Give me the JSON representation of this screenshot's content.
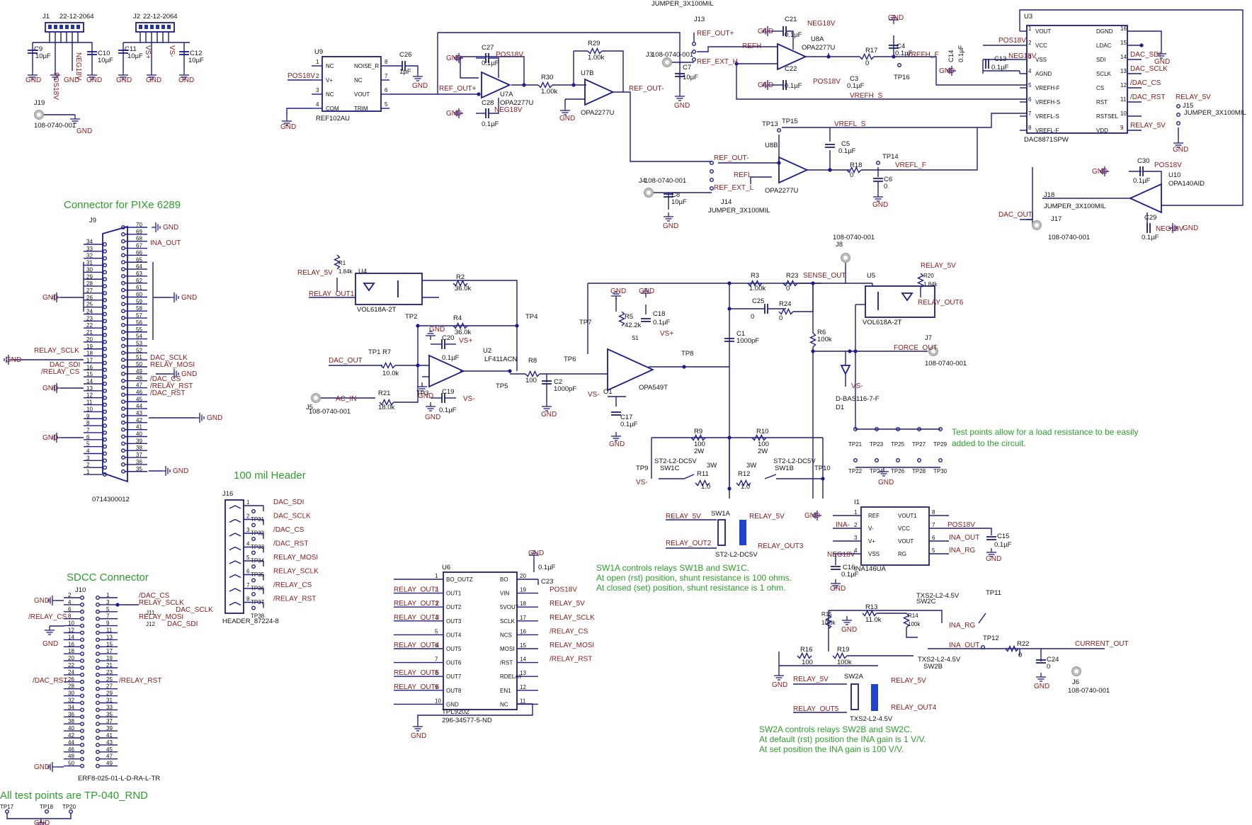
{
  "titles": {
    "pixe_connector": "Connector for PIXe 6289",
    "header_100mil": "100 mil Header",
    "sdcc_connector": "SDCC Connector",
    "test_points": "All test points are TP-040_RND"
  },
  "notes": {
    "load": [
      "Test points allow for a load resistance to be easily",
      "added to the circuit."
    ],
    "sw1": [
      "SW1A controls relays SW1B and SW1C.",
      "At open (rst) position, shunt resistance is 100 ohms.",
      "At closed (set) position, shunt resistance is 1 ohm."
    ],
    "sw2": [
      "SW2A controls relays SW2B and SW2C.",
      "At default (rst) position the INA gain is 1 V/V.",
      "At set position the INA gain is 100 V/V."
    ]
  },
  "parts": {
    "j1": "J1",
    "j1_pn": "22-12-2064",
    "j2": "J2",
    "j2_pn": "22-12-2064",
    "c9": "C9",
    "c9_v": "10µF",
    "c10": "C10",
    "c10_v": "10µF",
    "c11": "C11",
    "c11_v": "10µF",
    "c12": "C12",
    "c12_v": "10µF",
    "j19": "J19",
    "j19_pn": "108-0740-001",
    "u9": "U9",
    "u9_pn": "REF102AU",
    "c26": "C26",
    "c26_v": "1µF",
    "c27": "C27",
    "c27_v": "0.1µF",
    "c28": "C28",
    "c28_v": "0.1µF",
    "u7a": "U7A",
    "u7a_pn": "OPA2277U",
    "u7b": "U7B",
    "u7b_pn": "OPA2277U",
    "r30": "R30",
    "r30_v": "1.00k",
    "r29": "R29",
    "r29_v": "1.00k",
    "jumper_top": "JUMPER_3X100MIL",
    "j13": "J13",
    "j3": "J3",
    "j3_pn": "108-0740-001",
    "c7": "C7",
    "c7_v": "10µF",
    "c21": "C21",
    "c21_v": "0.1µF",
    "c22": "C22",
    "c22_v": "0.1µF",
    "u8a": "U8A",
    "u8a_pn": "OPA2277U",
    "r17": "R17",
    "r17_v": "0",
    "c4": "C4",
    "c4_v": "0.1µF",
    "c3": "C3",
    "c3_v": "0.1µF",
    "tp16": "TP16",
    "u3": "U3",
    "u3_pn": "DAC8871SPW",
    "c13": "C13",
    "c13_v": "0.1µF",
    "c14": "C14",
    "c14_v": "0.1µF",
    "j15": "J15",
    "j15_pn": "JUMPER_3X100MIL",
    "tp13": "TP13",
    "tp15": "TP15",
    "c5": "C5",
    "c5_v": "0.1µF",
    "u8b": "U8B",
    "u8b_pn": "OPA2277U",
    "r18": "R18",
    "r18_v": "0",
    "tp14": "TP14",
    "c6": "C6",
    "c6_v": "0",
    "j4": "J4",
    "j4_pn": "108-0740-001",
    "c8": "C8",
    "c8_v": "10µF",
    "j14": "J14",
    "j14_pn": "JUMPER_3X100MIL",
    "c30": "C30",
    "c30_v": "0.1µF",
    "u10": "U10",
    "u10_pn": "OPA140AID",
    "c29": "C29",
    "c29_v": "0.1µF",
    "j18": "J18",
    "j18_pn": "JUMPER_3X100MIL",
    "j17": "J17",
    "j17_pn": "108-0740-001",
    "j9": "J9",
    "j9_pn": "0714300012",
    "r1": "R1",
    "r1_v": "1.84k",
    "u4": "U4",
    "u4_pn": "VOL618A-2T",
    "r2": "R2",
    "r2_v": "36.0k",
    "r4": "R4",
    "r4_v": "36.0k",
    "tp2": "TP2",
    "tp4": "TP4",
    "c20": "C20",
    "c20_v": "0.1µF",
    "u2": "U2",
    "u2_pn": "LF411ACN",
    "tp1": "TP1",
    "r7": "R7",
    "r7_v": "10.0k",
    "tp3": "TP3",
    "c19": "C19",
    "c19_v": "0.1µF",
    "tp5": "TP5",
    "r21": "R21",
    "r21_v": "18.0k",
    "j5": "J5",
    "j5_pn": "108-0740-001",
    "r8": "R8",
    "r8_v": "100",
    "c2": "C2",
    "c2_v": "1000pF",
    "tp6": "TP6",
    "tp7": "TP7",
    "r5": "R5",
    "r5_v": "42.2k",
    "c18": "C18",
    "c18_v": "0.1µF",
    "s1": "S1",
    "o1": "O1",
    "o1_pn": "OPA549T",
    "c17": "C17",
    "c17_v": "0.1µF",
    "tp8": "TP8",
    "r3": "R3",
    "r3_v": "1.00k",
    "r23": "R23",
    "r23_v": "0",
    "c25": "C25",
    "c25_v": "0",
    "r24": "R24",
    "r24_v": "0",
    "c1": "C1",
    "c1_v": "1000pF",
    "r6": "R6",
    "r6_v": "100k",
    "j8": "J8",
    "j8_pn": "108-0740-001",
    "u5": "U5",
    "u5_pn": "VOL618A-2T",
    "r20": "R20",
    "r20_v": "1.84k",
    "j7": "J7",
    "j7_pn": "108-0740-001",
    "d1": "D1",
    "d1_pn": "D-BAS116-7-F",
    "r9": "R9",
    "r9_v": "100",
    "r9_p": "2W",
    "r10": "R10",
    "r10_v": "100",
    "r10_p": "2W",
    "sw1c": "SW1C",
    "sw1c_pn": "ST2-L2-DC5V",
    "sw1b": "SW1B",
    "sw1b_pn": "ST2-L2-DC5V",
    "r11": "R11",
    "r11_v": "1.0",
    "r11_p": "3W",
    "r12": "R12",
    "r12_v": "1.0",
    "r12_p": "3W",
    "tp9": "TP9",
    "tp10": "TP10",
    "tp21": "TP21",
    "tp23": "TP23",
    "tp25": "TP25",
    "tp27": "TP27",
    "tp29": "TP29",
    "tp22": "TP22",
    "tp24": "TP24",
    "tp26": "TP26",
    "tp28": "TP28",
    "tp30": "TP30",
    "sw1a": "SW1A",
    "sw1a_pn": "ST2-L2-DC5V",
    "i1": "I1",
    "i1_pn": "INA146UA",
    "c15": "C15",
    "c15_v": "0.1µF",
    "c16": "C16",
    "c16_v": "0.1µF",
    "j16": "J16",
    "j16_pn": "HEADER_87224-8",
    "tp31": "TP31",
    "tp32": "TP32",
    "tp33": "TP33",
    "tp34": "TP34",
    "tp35": "TP35",
    "tp36": "TP36",
    "tp37": "TP37",
    "tp38": "TP38",
    "j10": "J10",
    "j10_pn": "ERF8-025-01-L-D-RA-L-TR",
    "j11": "J11",
    "j12": "J12",
    "u6": "U6",
    "u6_pn": "TPL9202",
    "u6_pn2": "296-34577-5-ND",
    "c23": "C23",
    "c23_v": "0.1µF",
    "r15": "R15",
    "r15_v": "10.0k",
    "r13": "R13",
    "r13_v": "11.0k",
    "r14": "R14",
    "r14_v": "100k",
    "sw2c": "SW2C",
    "sw2c_pn": "TXS2-L2-4.5V",
    "sw2b": "SW2B",
    "sw2b_pn": "TXS2-L2-4.5V",
    "tp11": "TP11",
    "tp12": "TP12",
    "r16": "R16",
    "r16_v": "100",
    "r19": "R19",
    "r19_v": "100k",
    "r22": "R22",
    "r22_v": "0",
    "c24": "C24",
    "c24_v": "0",
    "j6": "J6",
    "j6_pn": "108-0740-001",
    "sw2a": "SW2A",
    "sw2a_pn": "TXS2-L2-4.5V",
    "tp17": "TP17",
    "tp18": "TP18",
    "tp20": "TP20"
  },
  "nets": {
    "gnd": "GND",
    "pos18v": "POS18V",
    "neg18v": "NEG18V",
    "vs_plus": "VS+",
    "vs_minus": "VS-",
    "ref_out_p": "REF_OUT+",
    "ref_out_m": "REF_OUT-",
    "ref_ext_h": "REF_EXT_H",
    "ref_ext_l": "REF_EXT_L",
    "refh": "REFH",
    "refl": "REFL",
    "vrefh_f": "VREFH_F",
    "vrefh_s": "VREFH_S",
    "vrefl_s": "VREFL_S",
    "vrefl_f": "VREFL_F",
    "relay_5v": "RELAY_5V",
    "dac_sdi": "DAC_SDI",
    "dac_sclk": "DAC_SCLK",
    "dac_cs": "/DAC_CS",
    "dac_rst": "/DAC_RST",
    "dac_out": "DAC_OUT",
    "ac_in": "AC_IN",
    "relay_out1": "RELAY_OUT1",
    "relay_out2": "RELAY_OUT2",
    "relay_out3": "RELAY_OUT3",
    "relay_out4": "RELAY_OUT4",
    "relay_out5": "RELAY_OUT5",
    "relay_out6": "RELAY_OUT6",
    "sense_out": "SENSE_OUT",
    "force_out": "FORCE_OUT",
    "ina_out": "INA_OUT",
    "ina_rg": "INA_RG",
    "ina_minus": "INA-",
    "current_out": "CURRENT_OUT",
    "ina_out_label": "INA_OUT",
    "relay_sclk": "RELAY_SCLK",
    "relay_mosi": "RELAY_MOSI",
    "relay_cs": "/RELAY_CS",
    "relay_rst": "/RELAY_RST",
    "relay_sclk2": "/RELAY_SCLK",
    "j12_sdi": "DAC_SDI",
    "jumper_top_label": "JUMPER_3X100MIL"
  },
  "u9_pins": [
    "NC",
    "V+",
    "NC",
    "COM",
    "NOISE_R",
    "NC",
    "VOUT",
    "TRIM"
  ],
  "u3_left": [
    "VOUT",
    "VCC",
    "VSS",
    "AGND",
    "VREFH-F",
    "VREFH-S",
    "VREFL-S",
    "VREFL-F"
  ],
  "u3_right": [
    "DGND",
    "LDAC",
    "SDI",
    "SCLK",
    "CS",
    "RST",
    "RSTSEL",
    "VDD"
  ],
  "u3_left_nums": [
    "1",
    "2",
    "3",
    "4",
    "5",
    "6",
    "7",
    "8"
  ],
  "u3_right_nums": [
    "16",
    "15",
    "14",
    "13",
    "12",
    "11",
    "10",
    "9"
  ],
  "u6_left": [
    "BO_OUTZ",
    "OUT1",
    "OUT2",
    "OUT3",
    "OUT4",
    "OUT5",
    "OUT6",
    "OUT7",
    "OUT8",
    "GND"
  ],
  "u6_right": [
    "BO",
    "VIN",
    "5VOUT",
    "SCLK",
    "NCS",
    "MOSI",
    "/RST",
    "RDELAY",
    "EN1",
    "NC"
  ],
  "u6_left_nets": [
    "",
    "RELAY_OUT1",
    "RELAY_OUT2",
    "RELAY_OUT3",
    "",
    "RELAY_OUT4",
    "",
    "RELAY_OUT5",
    "RELAY_OUT6",
    ""
  ],
  "u6_right_nets": [
    "",
    "POS18V",
    "RELAY_5V",
    "RELAY_SCLK",
    "/RELAY_CS",
    "RELAY_MOSI",
    "/RELAY_RST",
    "",
    "",
    ""
  ],
  "i1_left": [
    "REF",
    "V-",
    "V+",
    "VSS"
  ],
  "i1_right": [
    "VOUT1",
    "VCC",
    "VOUT",
    "RG"
  ],
  "j9_left": [
    "34",
    "33",
    "32",
    "31",
    "30",
    "29",
    "28",
    "27",
    "26",
    "25",
    "24",
    "23",
    "22",
    "21",
    "20",
    "19",
    "18",
    "17",
    "16",
    "15",
    "14",
    "13",
    "12",
    "11",
    "10",
    "9",
    "8",
    "7",
    "6",
    "5",
    "4",
    "3",
    "2",
    "1"
  ],
  "j9_right": [
    "70",
    "69",
    "68",
    "67",
    "66",
    "65",
    "64",
    "63",
    "62",
    "61",
    "60",
    "59",
    "58",
    "57",
    "56",
    "55",
    "54",
    "53",
    "52",
    "51",
    "50",
    "49",
    "48",
    "47",
    "46",
    "45",
    "44",
    "43",
    "42",
    "41",
    "40",
    "39",
    "38",
    "37",
    "36",
    "35"
  ],
  "j9_nets": {
    "r68": "INA_OUT",
    "r52": "DAC_SCLK",
    "r51": "RELAY_MOSI",
    "r49": "/DAC_CS",
    "r48": "/RELAY_RST",
    "r47": "/DAC_RST",
    "l19": "RELAY_SCLK",
    "l17": "DAC_SDI",
    "l16": "/RELAY_CS"
  },
  "j16_nets": [
    "DAC_SDI",
    "DAC_SCLK",
    "/DAC_CS",
    "/DAC_RST",
    "RELAY_MOSI",
    "RELAY_SCLK",
    "/RELAY_CS",
    "/RELAY_RST"
  ],
  "j10_left": [
    "2",
    "4",
    "6",
    "8",
    "10",
    "12",
    "14",
    "16",
    "18",
    "20",
    "22",
    "24",
    "26",
    "28",
    "30",
    "32",
    "34",
    "36",
    "38",
    "40",
    "42",
    "44",
    "46",
    "48",
    "50"
  ],
  "j10_right": [
    "1",
    "3",
    "5",
    "7",
    "9",
    "11",
    "13",
    "15",
    "17",
    "19",
    "21",
    "23",
    "25",
    "27",
    "29",
    "31",
    "33",
    "35",
    "37",
    "39",
    "41",
    "43",
    "45",
    "47",
    "49"
  ],
  "j10_nets": {
    "r1": "/DAC_CS",
    "r3": "RELAY_SCLK",
    "r5": "DAC_SCLK",
    "l8": "/RELAY_CS",
    "r7": "RELAY_MOSI",
    "r9": "DAC_SDI",
    "l26": "/DAC_RST",
    "r25": "/RELAY_RST"
  }
}
